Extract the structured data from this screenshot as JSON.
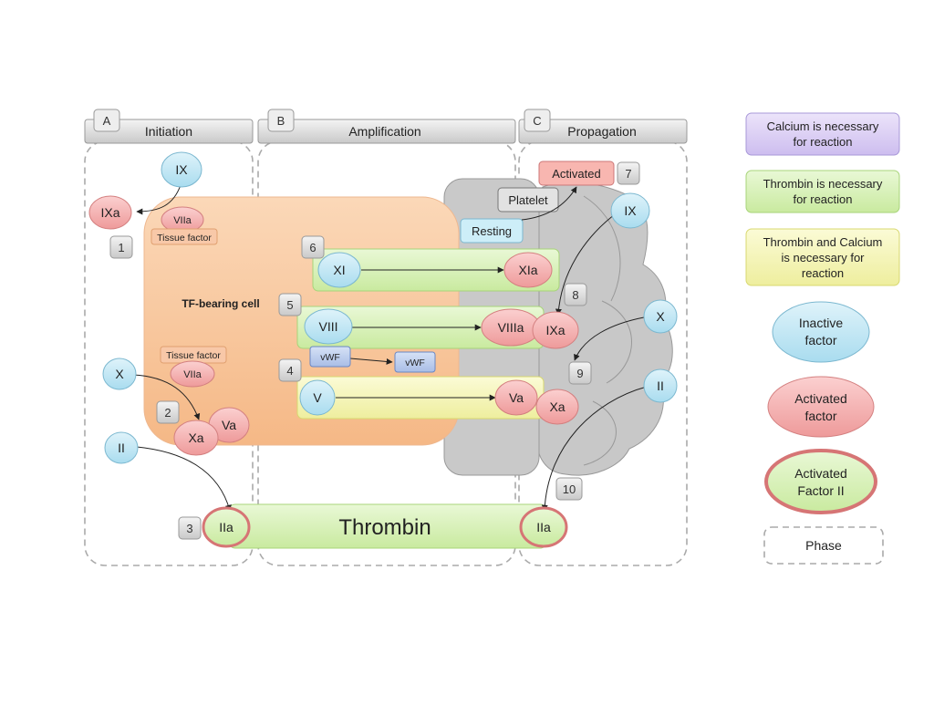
{
  "phases": [
    {
      "letter": "A",
      "name": "Initiation"
    },
    {
      "letter": "B",
      "name": "Amplification"
    },
    {
      "letter": "C",
      "name": "Propagation"
    }
  ],
  "cells": {
    "tf_bearing_cell": "TF-bearing cell",
    "platelet": "Platelet",
    "resting": "Resting",
    "activated": "Activated"
  },
  "steps": [
    "1",
    "2",
    "3",
    "4",
    "5",
    "6",
    "7",
    "8",
    "9",
    "10"
  ],
  "factors": {
    "ix": "IX",
    "ixa": "IXa",
    "viia": "VIIa",
    "tissue_factor": "Tissue factor",
    "x": "X",
    "xa": "Xa",
    "va": "Va",
    "ii": "II",
    "iia": "IIa",
    "xi": "XI",
    "xia": "XIa",
    "viii": "VIII",
    "viiia": "VIIIa",
    "v": "V",
    "vwf": "vWF",
    "thrombin": "Thrombin"
  },
  "legend": {
    "calcium": [
      "Calcium is necessary",
      "for reaction"
    ],
    "thrombin": [
      "Thrombin is necessary",
      "for reaction"
    ],
    "thrombin_calcium": [
      "Thrombin  and Calcium",
      "is necessary for",
      "reaction"
    ],
    "inactive": [
      "Inactive",
      "factor"
    ],
    "activated": [
      "Activated",
      "factor"
    ],
    "activated_ii": [
      "Activated",
      "Factor II"
    ],
    "phase": "Phase"
  },
  "colors": {
    "inactive_fill": "#bfe6f2",
    "activated_fill": "#f4a6a6",
    "tf_cell": "#f9c9a0",
    "platelet": "#d0d0d0",
    "thrombin_bar": "#d7f0b4",
    "yellow_bar": "#f4f4b4",
    "purple_box": "#d9ccf0"
  }
}
